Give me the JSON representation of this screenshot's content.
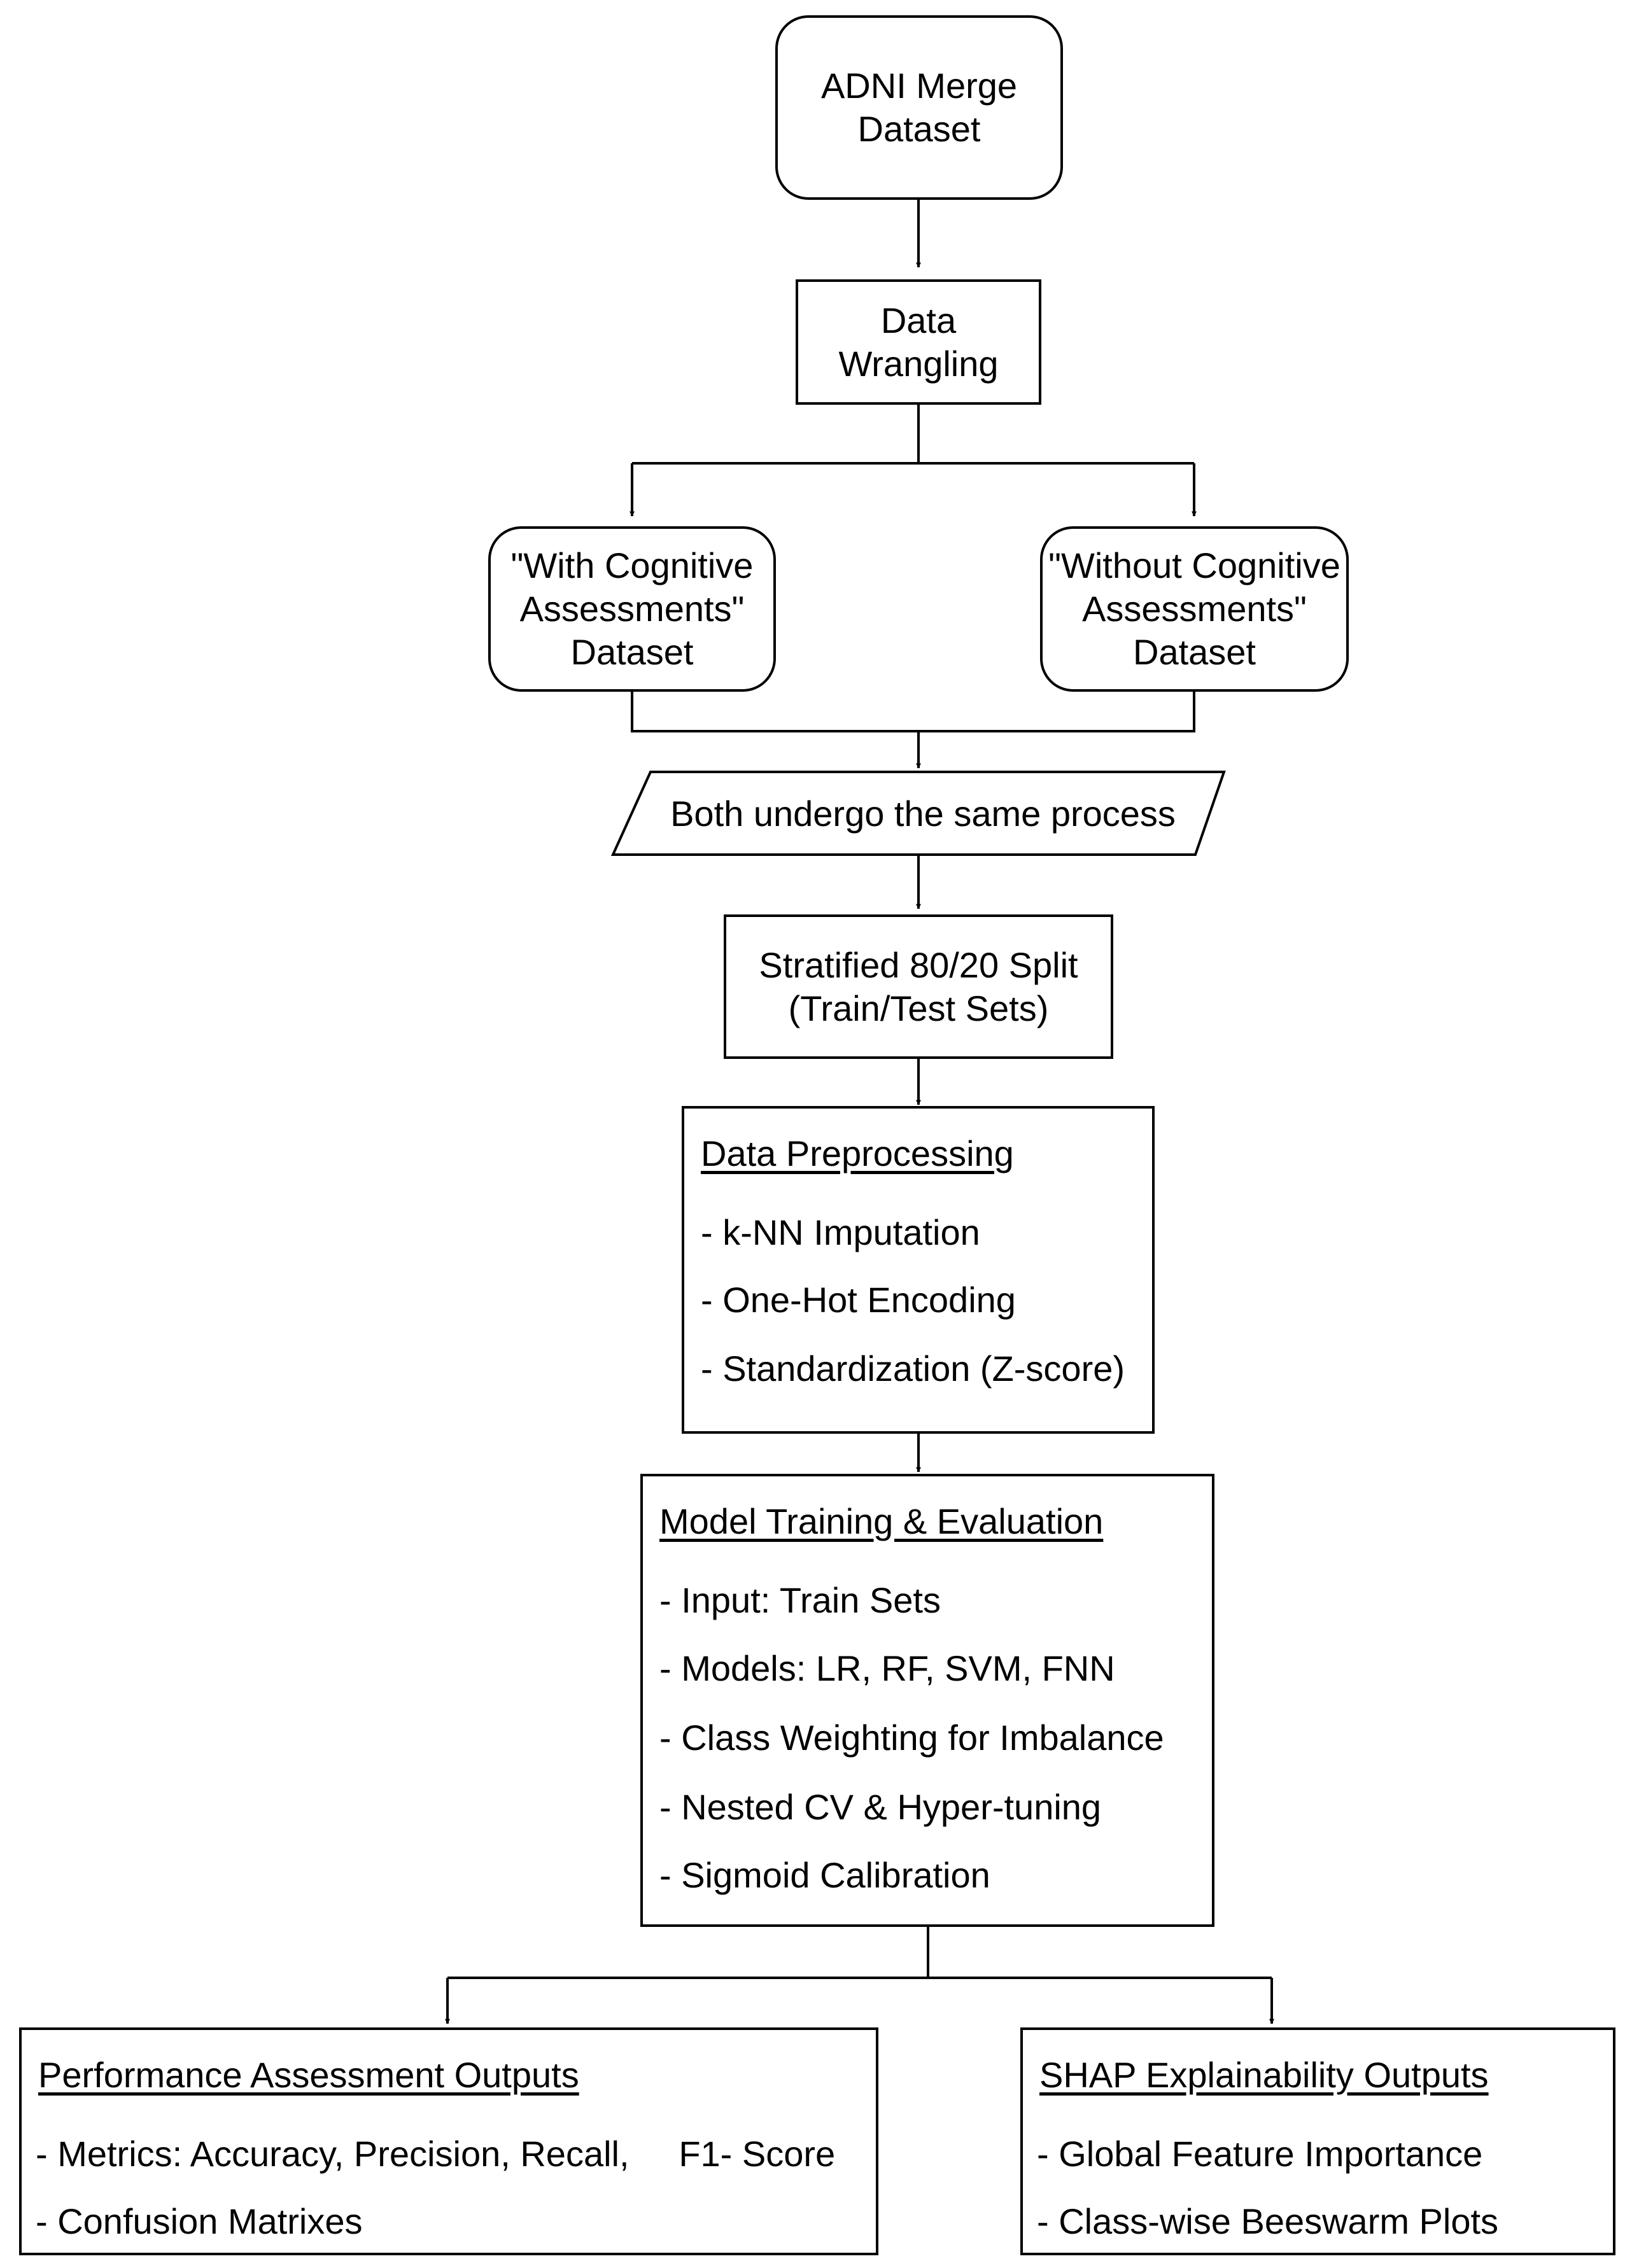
{
  "diagram": {
    "nodes": {
      "adni_merge": {
        "lines": [
          "ADNI Merge",
          "Dataset"
        ]
      },
      "data_wrangling": {
        "lines": [
          "Data",
          "Wrangling"
        ]
      },
      "with_cognitive": {
        "lines": [
          "\"With Cognitive",
          "Assessments\"",
          "Dataset"
        ]
      },
      "without_cognitive": {
        "lines": [
          "\"Without Cognitive",
          "Assessments\"",
          "Dataset"
        ]
      },
      "same_process": {
        "text": "Both undergo the same process"
      },
      "split": {
        "lines": [
          "Stratified 80/20 Split",
          "(Train/Test Sets)"
        ]
      },
      "preprocessing": {
        "title": "Data Preprocessing",
        "items": [
          "- k-NN Imputation",
          "- One-Hot Encoding",
          "- Standardization (Z-score)"
        ]
      },
      "model_training": {
        "title": "Model Training & Evaluation",
        "items": [
          "- Input: Train Sets",
          "- Models: LR, RF, SVM, FNN",
          "- Class Weighting for Imbalance",
          "- Nested CV & Hyper-tuning",
          "- Sigmoid Calibration"
        ]
      },
      "performance": {
        "title": "Performance Assessment Outputs",
        "items": [
          "- Metrics: Accuracy, Precision, Recall,     F1- Score",
          "- Confusion Matrixes"
        ]
      },
      "shap": {
        "title": "SHAP Explainability Outputs",
        "items": [
          "- Global Feature Importance",
          "- Class-wise Beeswarm Plots"
        ]
      }
    }
  }
}
